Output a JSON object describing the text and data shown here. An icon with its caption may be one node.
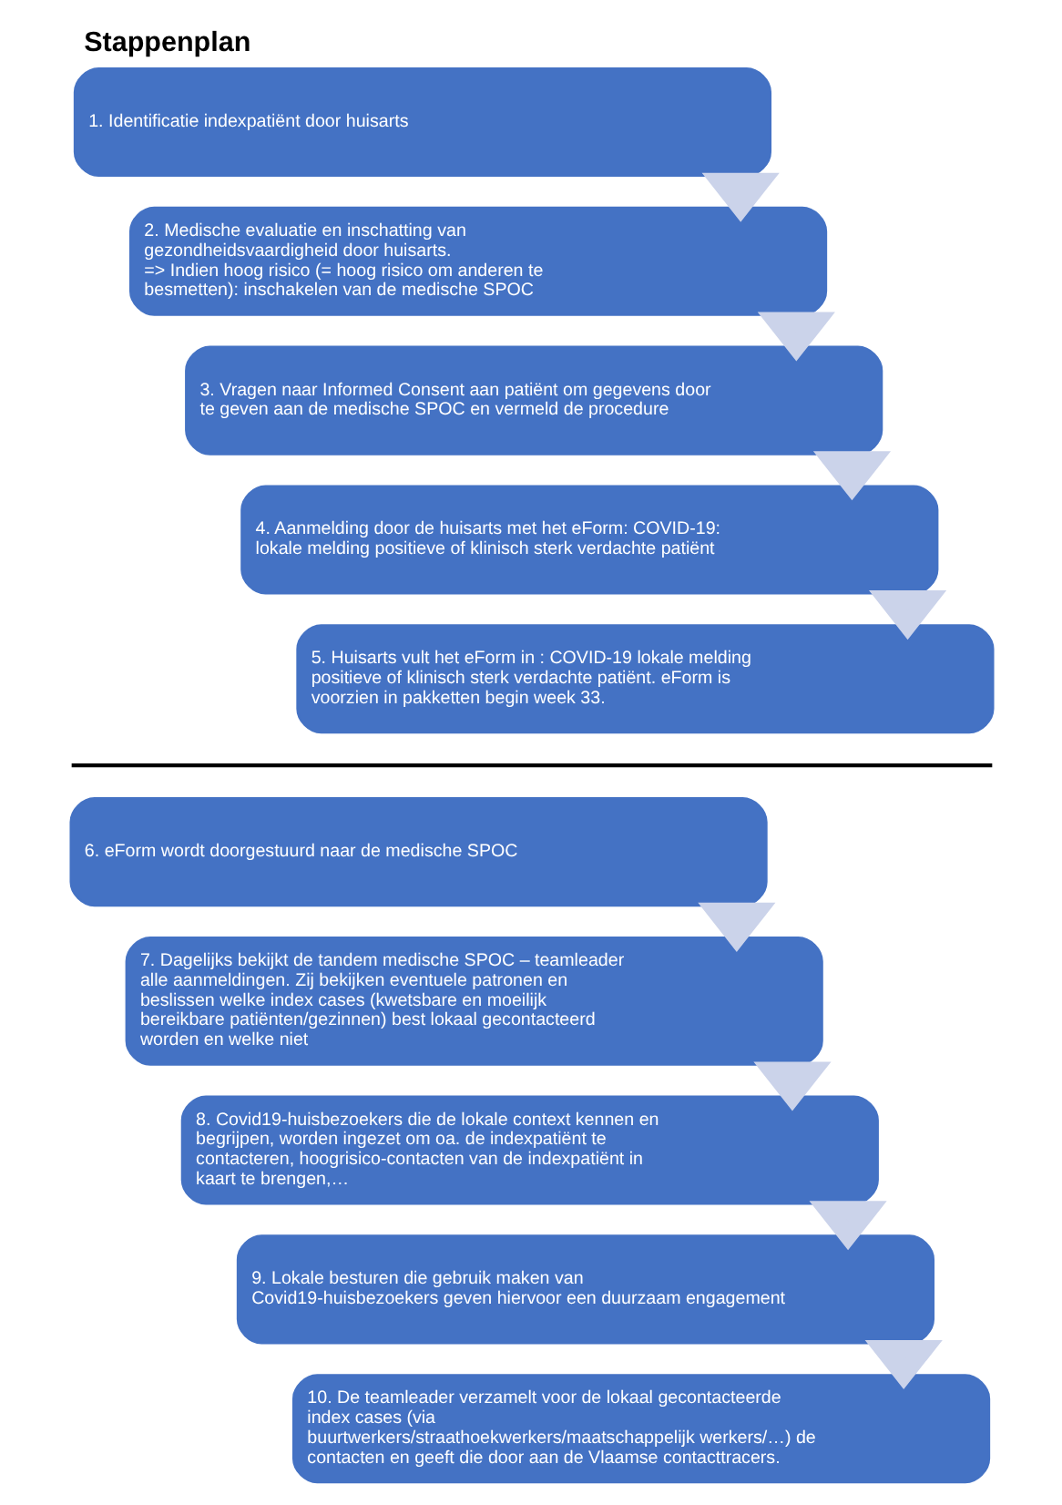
{
  "diagram": {
    "title": "Stappenplan",
    "nodes": [
      {
        "text": [
          "1. Identificatie indexpatiënt door huisarts"
        ]
      },
      {
        "text": [
          "2. Medische evaluatie en inschatting van gezondheidsvaardigheid door huisarts.",
          "=> Indien hoog risico (= hoog risico om anderen te besmetten): inschakelen van de medische SPOC"
        ]
      },
      {
        "text": [
          "3. Vragen naar Informed Consent aan patiënt om gegevens door te geven aan de medische SPOC en vermeld de procedure"
        ]
      },
      {
        "text": [
          "4. Aanmelding door de huisarts met het eForm: COVID-19: lokale melding positieve of klinisch sterk verdachte patiënt"
        ]
      },
      {
        "text": [
          "5. Huisarts vult het eForm in : COVID-19 lokale melding positieve of klinisch sterk verdachte patiënt. eForm is voorzien in pakketten begin week 33."
        ]
      },
      {
        "text": [
          "6. eForm wordt doorgestuurd naar de medische SPOC"
        ]
      },
      {
        "text": [
          "7. Dagelijks bekijkt de tandem medische SPOC – teamleader alle aanmeldingen. Zij bekijken eventuele patronen en beslissen welke index cases (kwetsbare en moeilijk bereikbare patiënten/gezinnen) best lokaal gecontacteerd worden en welke niet"
        ]
      },
      {
        "text": [
          "8. Covid19-huisbezoekers die de lokale context kennen en begrijpen, worden ingezet om oa. de indexpatiënt te contacteren, hoogrisico-contacten van de indexpatiënt in kaart te brengen,…"
        ]
      },
      {
        "text": [
          "9. Lokale besturen die gebruik maken van Covid19-huisbezoekers geven hiervoor een duurzaam engagement"
        ]
      },
      {
        "text": [
          "10. De teamleader verzamelt voor de lokaal gecontacteerde index cases (via buurtwerkers/straathoekwerkers/maatschappelijk werkers/…) de contacten en geeft die door aan de Vlaamse contacttracers."
        ]
      }
    ],
    "edges": [
      {
        "from": 0,
        "to": 1,
        "arrow": "to"
      },
      {
        "from": 1,
        "to": 2,
        "arrow": "to"
      },
      {
        "from": 2,
        "to": 3,
        "arrow": "to"
      },
      {
        "from": 3,
        "to": 4,
        "arrow": "to"
      },
      {
        "from": 5,
        "to": 6,
        "arrow": "to"
      },
      {
        "from": 6,
        "to": 7,
        "arrow": "to"
      },
      {
        "from": 7,
        "to": 8,
        "arrow": "to"
      },
      {
        "from": 8,
        "to": 9,
        "arrow": "to"
      }
    ]
  }
}
